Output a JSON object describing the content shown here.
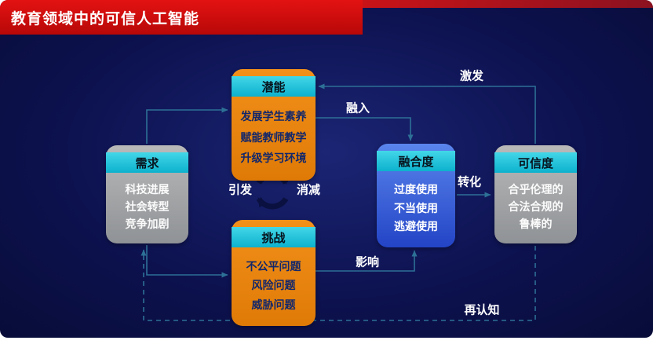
{
  "slide": {
    "title": "教育领域中的可信人工智能"
  },
  "boxes": [
    {
      "title": "潜能",
      "items": [
        "发展学生素养",
        "赋能教师教学",
        "升级学习环境"
      ]
    },
    {
      "title": "需求",
      "items": [
        "科技进展",
        "社会转型",
        "竞争加剧"
      ]
    },
    {
      "title": "挑战",
      "items": [
        "不公平问题",
        "风险问题",
        "威胁问题"
      ]
    },
    {
      "title": "融合度",
      "items": [
        "过度使用",
        "不当使用",
        "逃避使用"
      ]
    },
    {
      "title": "可信度",
      "items": [
        "合乎伦理的",
        "合法合规的",
        "鲁棒的"
      ]
    }
  ],
  "labels": {
    "stimulate": "激发",
    "integrate": "融入",
    "trigger": "引发",
    "reduce": "消减",
    "transform": "转化",
    "influence": "影响",
    "recognize": "再认知"
  },
  "colors": {
    "background": "#0d1250",
    "banner_red": "#d01010",
    "header_cyan": "#18c2da",
    "potential_orange": "#e8820f",
    "neutral_gray": "#a6a6a6",
    "integration_blue": "#2f55d4",
    "connector_teal": "#2d7096"
  }
}
